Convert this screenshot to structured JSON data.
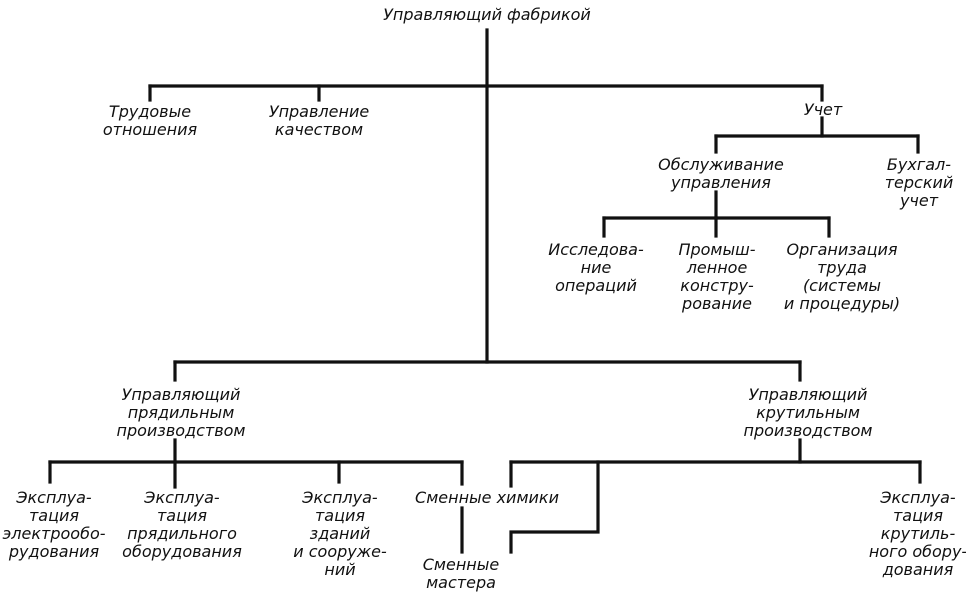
{
  "nodes": {
    "factory_manager": "Управляющий фабрикой",
    "labor_relations": "Трудовые\nотношения",
    "quality_control": "Управление\nкачеством",
    "accounting": "Учет",
    "management_services": "Обслуживание\nуправления",
    "bookkeeping": "Бухгал-\nтерский\nучет",
    "operations_research": "Исследова-\nние\nопераций",
    "industrial_design": "Промыш-\nленное\nконстру-\nрование",
    "labor_organization": "Организация\nтруда\n(системы\nи процедуры)",
    "spinning_manager": "Управляющий\nпрядильным\nпроизводством",
    "twisting_manager": "Управляющий\nкрутильным\nпроизводством",
    "electrical_maintenance": "Эксплуа-\nтация\nэлектрообо-\nрудования",
    "spinning_equipment": "Эксплуа-\nтация\nпрядильного\nоборудования",
    "buildings_maintenance": "Эксплуа-\nтация\nзданий\nи сооруже-\nний",
    "shift_chemists": "Сменные химики",
    "shift_masters": "Сменные\nмастера",
    "twisting_equipment": "Эксплуа-\nтация\nкрутиль-\nного обору-\nдования"
  }
}
